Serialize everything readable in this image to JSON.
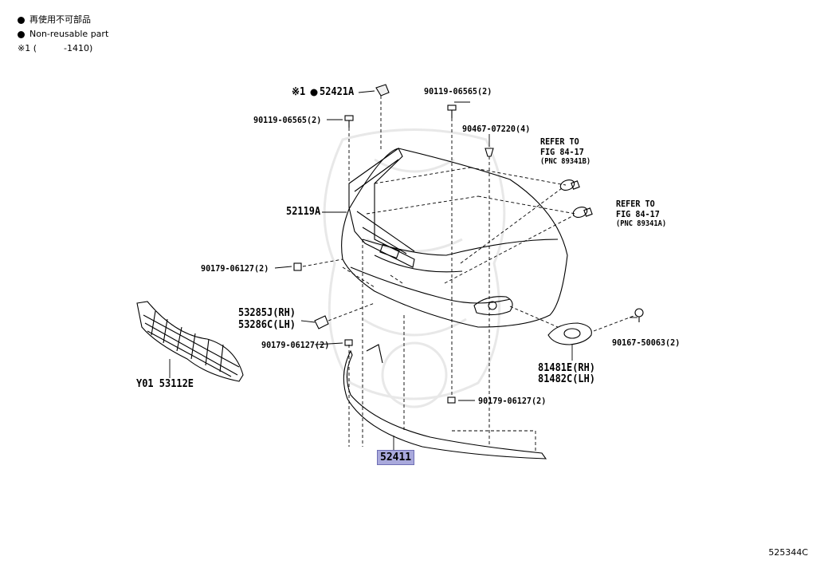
{
  "legend": {
    "nonreusable_jp": "再使用不可部品",
    "nonreusable_en": "Non-reusable part",
    "note_prefix": "※1 (",
    "note_range": "-1410)"
  },
  "parts": {
    "p52421A_prefix": "※1",
    "p52421A": "52421A",
    "p90119_left": "90119-06565(2)",
    "p90119_right": "90119-06565(2)",
    "p90467": "90467-07220(4)",
    "refer1_a": "REFER TO",
    "refer1_b": "FIG 84-17",
    "refer1_c": "(PNC 89341B)",
    "refer2_a": "REFER TO",
    "refer2_b": "FIG 84-17",
    "refer2_c": "(PNC 89341A)",
    "p52119A": "52119A",
    "p90179_top": "90179-06127(2)",
    "p53285J": "53285J(RH)",
    "p53286C": "53286C(LH)",
    "p90179_mid": "90179-06127(2)",
    "p90167": "90167-50063(2)",
    "p81481E": "81481E(RH)",
    "p81482C": "81482C(LH)",
    "pY01": "Y01 53112E",
    "p90179_bot": "90179-06127(2)",
    "p52411": "52411"
  },
  "diagram_code": "525344C",
  "colors": {
    "highlight": "#a9a9dc",
    "line": "#000000"
  }
}
